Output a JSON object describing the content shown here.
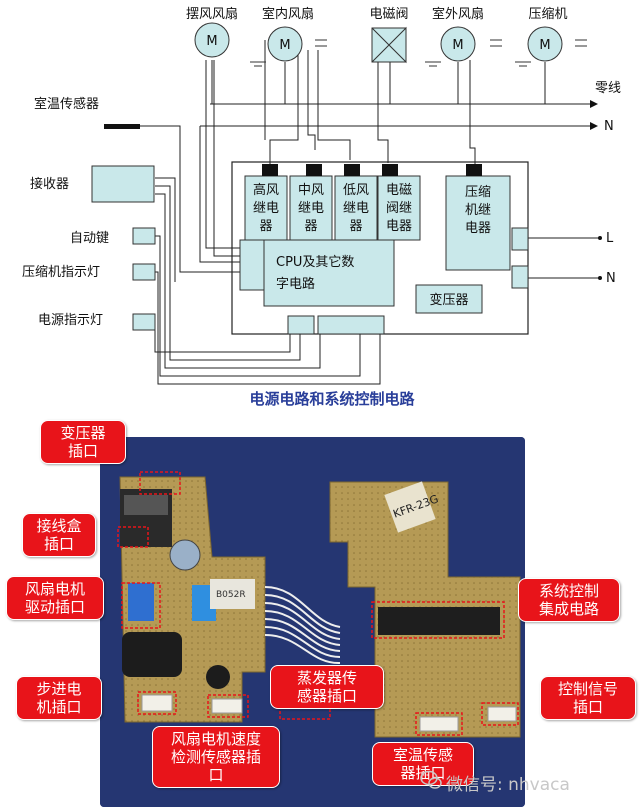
{
  "diagram": {
    "motors": {
      "swing_fan": "摆风风扇",
      "indoor_fan": "室内风扇",
      "solenoid_valve": "电磁阀",
      "outdoor_fan": "室外风扇",
      "compressor": "压缩机",
      "motor_symbol": "M"
    },
    "neutral_label": "零线",
    "terminal_n_top": "N",
    "terminal_l": "L",
    "terminal_n_bottom": "N",
    "left_components": {
      "room_temp_sensor": "室温传感器",
      "receiver": "接收器",
      "auto_key": "自动键",
      "compressor_indicator": "压缩机指示灯",
      "power_indicator": "电源指示灯"
    },
    "relays": {
      "high_fan": [
        "高风",
        "继电",
        "器"
      ],
      "mid_fan": [
        "中风",
        "继电",
        "器"
      ],
      "low_fan": [
        "低风",
        "继电",
        "器"
      ],
      "solenoid": [
        "电磁",
        "阀继",
        "电器"
      ],
      "compressor": [
        "压缩",
        "机继",
        "电器"
      ]
    },
    "cpu_block": [
      "CPU及其它数",
      "字电路"
    ],
    "transformer": "变压器",
    "caption": "电源电路和系统控制电路"
  },
  "photo_labels": {
    "transformer_socket": [
      "变压器",
      "插口"
    ],
    "junction_box_socket": [
      "接线盒",
      "插口"
    ],
    "fan_motor_drive_socket": [
      "风扇电机",
      "驱动插口"
    ],
    "stepper_motor_socket": [
      "步进电",
      "机插口"
    ],
    "fan_speed_sensor_socket": [
      "风扇电机速度",
      "检测传感器插",
      "口"
    ],
    "evaporator_sensor_socket": [
      "蒸发器传",
      "感器插口"
    ],
    "system_control_ic": [
      "系统控制",
      "集成电路"
    ],
    "control_signal_socket": [
      "控制信号",
      "插口"
    ],
    "room_temp_sensor_socket": [
      "室温传感",
      "器插口"
    ]
  },
  "board_texts": {
    "model": "KFR-23G",
    "chip": "B052R"
  },
  "watermark": "微信号: nhvaca",
  "colors": {
    "label_red": "#e8141a",
    "caption_blue": "#2a3f9a",
    "motor_fill": "#c9e8ea",
    "block_fill": "#c9e8ea"
  }
}
